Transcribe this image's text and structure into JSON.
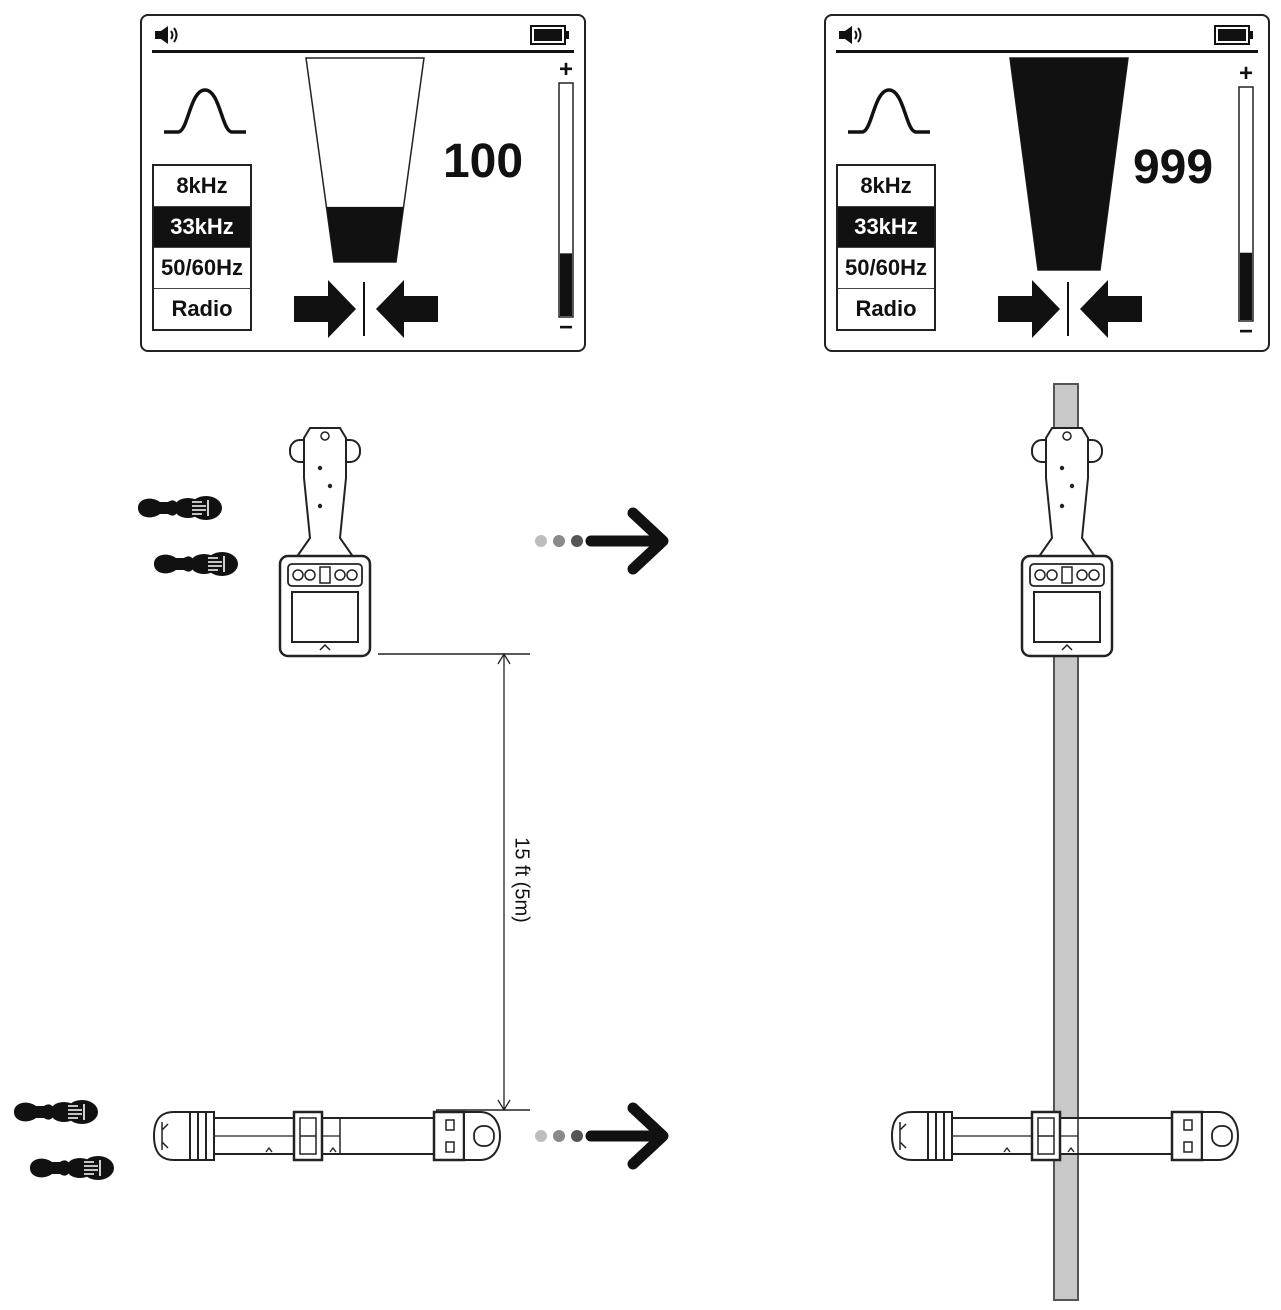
{
  "left_screen": {
    "frequencies": [
      "8kHz",
      "33kHz",
      "50/60Hz",
      "Radio"
    ],
    "selected_frequency": "33kHz",
    "signal_value": "100",
    "signal_bar_fill": 0.27,
    "level_bar_fill": 0.27,
    "plus_label": "+",
    "minus_label": "−"
  },
  "right_screen": {
    "frequencies": [
      "8kHz",
      "33kHz",
      "50/60Hz",
      "Radio"
    ],
    "selected_frequency": "33kHz",
    "signal_value": "999",
    "signal_bar_fill": 1.0,
    "level_bar_fill": 0.29,
    "plus_label": "+",
    "minus_label": "−"
  },
  "diagram": {
    "distance_label": "15 ft (5m)"
  },
  "icons": [
    "speaker-icon",
    "battery-icon",
    "peak-mode-icon",
    "center-arrows-icon",
    "footprints-icon",
    "direction-arrow-icon"
  ],
  "colors": {
    "ink": "#111111",
    "pipe": "#c8c8c8",
    "dot_light": "#bdbdbd",
    "dot_mid": "#8a8a8a",
    "dot_dark": "#555555"
  }
}
